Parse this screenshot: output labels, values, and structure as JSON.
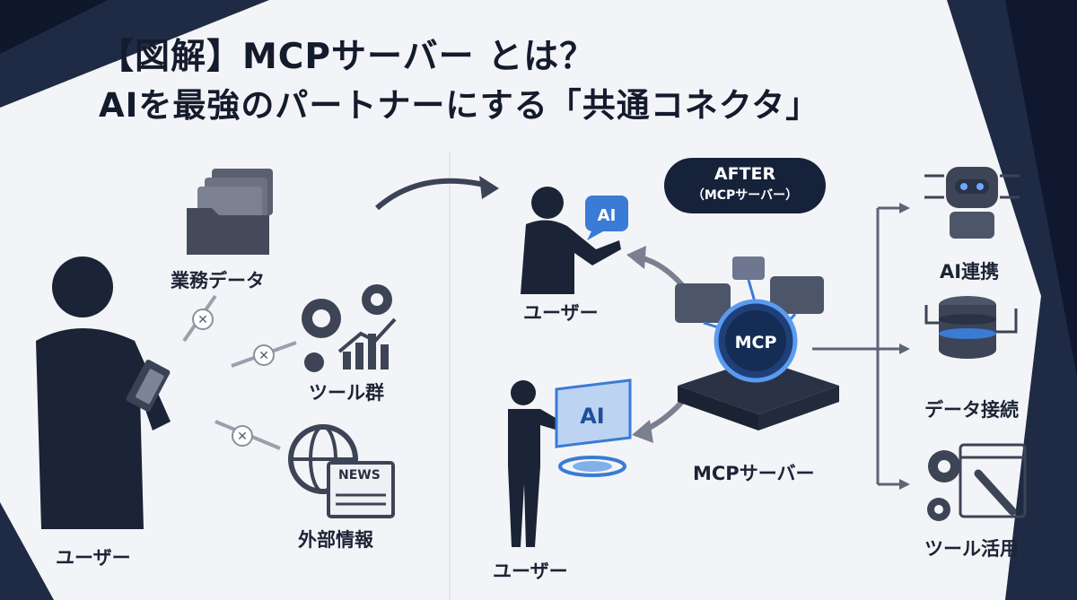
{
  "title": {
    "line1": "【図解】MCPサーバー とは？",
    "line2": "AIを最強のパートナーにする「共通コネクタ」"
  },
  "before": {
    "resources": [
      {
        "label": "業務データ",
        "icon": "folder-stack-icon"
      },
      {
        "label": "ツール群",
        "icon": "gears-chart-icon"
      },
      {
        "label": "外部情報",
        "icon": "globe-news-icon"
      }
    ],
    "user_label": "ユーザー",
    "news_text": "NEWS"
  },
  "after": {
    "badge": {
      "line1": "AFTER",
      "line2": "（MCPサーバー）"
    },
    "user_top_label": "ユーザー",
    "user_bottom_label": "ユーザー",
    "ai_badge": "AI",
    "ai_screen": "AI",
    "server_core": "MCP",
    "server_label": "MCPサーバー",
    "capabilities": [
      {
        "label": "AI連携",
        "icon": "robot-icon"
      },
      {
        "label": "データ接続",
        "icon": "database-icon"
      },
      {
        "label": "ツール活用",
        "icon": "settings-wrench-icon"
      }
    ]
  },
  "colors": {
    "navy": "#16213a",
    "accent_blue": "#3a7bd5",
    "muted_gray": "#6c7380"
  }
}
